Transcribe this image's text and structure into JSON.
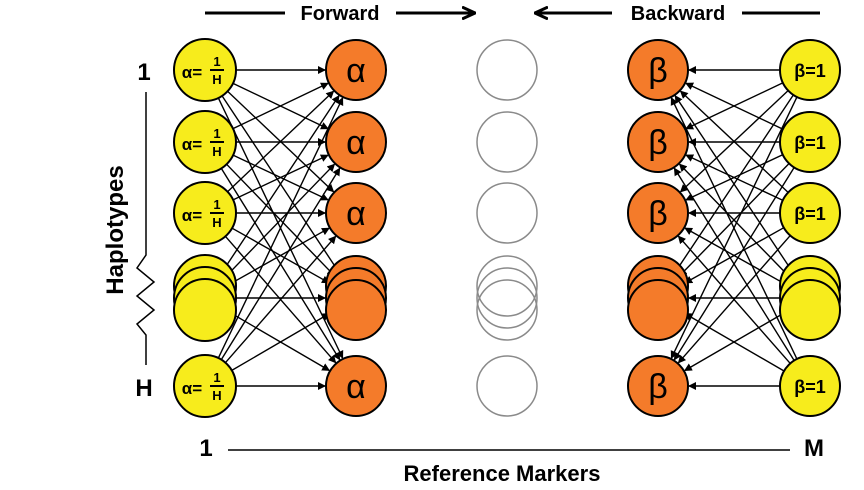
{
  "header": {
    "forward_label": "Forward",
    "backward_label": "Backward"
  },
  "axes": {
    "haplotypes_label": "Haplotypes",
    "haplotype_first": "1",
    "haplotype_last": "H",
    "marker_first": "1",
    "marker_last": "M",
    "markers_label": "Reference Markers"
  },
  "nodes": {
    "alpha_init_prefix": "α=",
    "alpha_init_numerator": "1",
    "alpha_init_denominator": "H",
    "alpha_symbol": "α",
    "beta_symbol": "β",
    "beta_init": "β=1"
  },
  "colors": {
    "yellow": "#f7ec1c",
    "orange": "#f47b2a",
    "outline": "#000000",
    "empty_outline": "#8a8a8a"
  }
}
